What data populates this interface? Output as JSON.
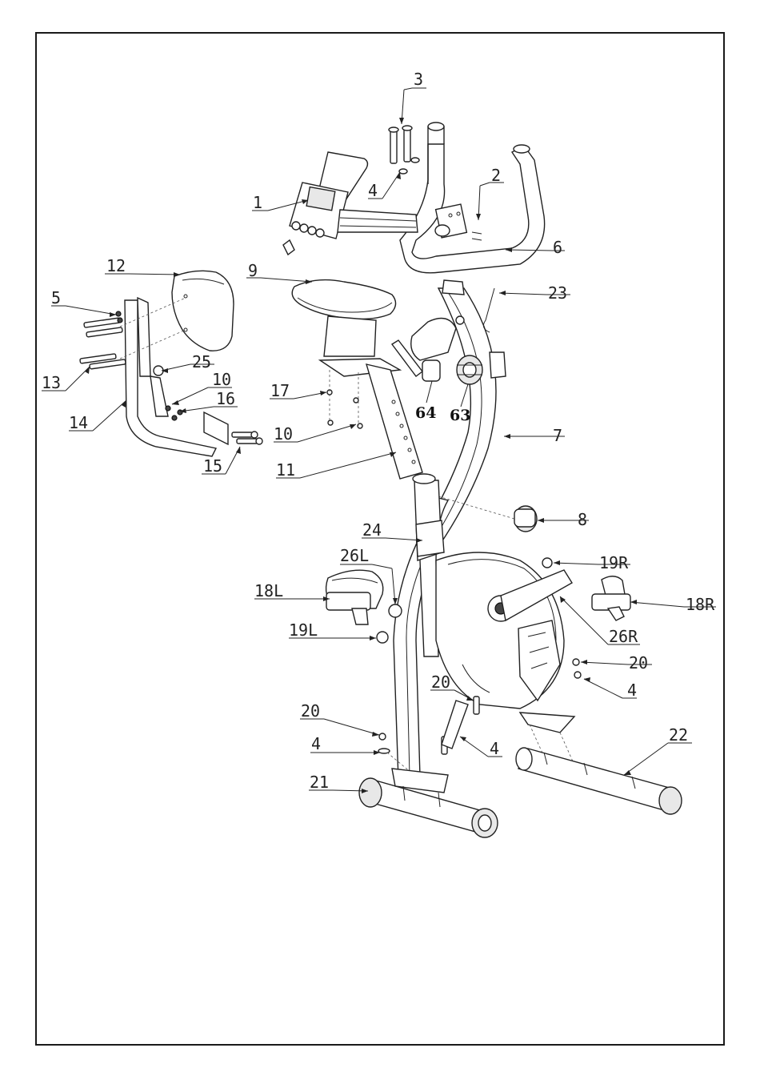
{
  "labels": [
    {
      "id": "1",
      "text": "1"
    },
    {
      "id": "2",
      "text": "2"
    },
    {
      "id": "3",
      "text": "3"
    },
    {
      "id": "4a",
      "text": "4"
    },
    {
      "id": "4b",
      "text": "4"
    },
    {
      "id": "4c",
      "text": "4"
    },
    {
      "id": "4d",
      "text": "4"
    },
    {
      "id": "5",
      "text": "5"
    },
    {
      "id": "6",
      "text": "6"
    },
    {
      "id": "7",
      "text": "7"
    },
    {
      "id": "8",
      "text": "8"
    },
    {
      "id": "9",
      "text": "9"
    },
    {
      "id": "10a",
      "text": "10"
    },
    {
      "id": "10b",
      "text": "10"
    },
    {
      "id": "11",
      "text": "11"
    },
    {
      "id": "12",
      "text": "12"
    },
    {
      "id": "13",
      "text": "13"
    },
    {
      "id": "14",
      "text": "14"
    },
    {
      "id": "15",
      "text": "15"
    },
    {
      "id": "16",
      "text": "16"
    },
    {
      "id": "17",
      "text": "17"
    },
    {
      "id": "18L",
      "text": "18L"
    },
    {
      "id": "18R",
      "text": "18R"
    },
    {
      "id": "19L",
      "text": "19L"
    },
    {
      "id": "19R",
      "text": "19R"
    },
    {
      "id": "20a",
      "text": "20"
    },
    {
      "id": "20b",
      "text": "20"
    },
    {
      "id": "20c",
      "text": "20"
    },
    {
      "id": "21",
      "text": "21"
    },
    {
      "id": "22",
      "text": "22"
    },
    {
      "id": "23",
      "text": "23"
    },
    {
      "id": "24",
      "text": "24"
    },
    {
      "id": "25",
      "text": "25"
    },
    {
      "id": "26L",
      "text": "26L"
    },
    {
      "id": "26R",
      "text": "26R"
    },
    {
      "id": "63",
      "text": "63"
    },
    {
      "id": "64",
      "text": "64"
    }
  ]
}
